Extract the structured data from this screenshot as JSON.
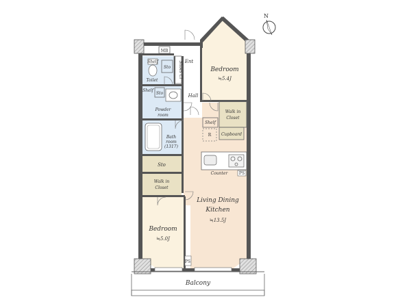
{
  "compass": {
    "label": "N"
  },
  "rooms": {
    "bedroom_north": {
      "name": "Bedroom",
      "size": "≒5.4J"
    },
    "bedroom_south": {
      "name": "Bedroom",
      "size": "≒5.0J"
    },
    "ldk": {
      "name_line1": "Living Dining",
      "name_line2": "Kitchen",
      "size": "≒13.5J"
    },
    "balcony": "Balcony",
    "entrance": "Ent",
    "hall": "Hall",
    "toilet": "Toilet",
    "powder": {
      "line1": "Powder",
      "line2": "room"
    },
    "bath": {
      "line1": "Bath",
      "line2": "room",
      "line3": "(1317)"
    },
    "sto_center": "Sto",
    "sto_small": "Sto",
    "sto_powder": "Sto",
    "shelf_toilet": "Shelf",
    "shelf_powder": "Shelf",
    "shelf_ldk": "Shelf",
    "shoes_cl": "Shoes Cl",
    "mb": "MB",
    "walkin_lower": {
      "line1": "Walk in",
      "line2": "Closet"
    },
    "walkin_upper": {
      "line1": "Walk in",
      "line2": "Closet"
    },
    "cupboard": "Cupboard",
    "refrigerator": "R",
    "counter": "Counter",
    "ps_kitchen": "PS",
    "ps_lower": "PS"
  },
  "colors": {
    "wet_area": "#dce9f5",
    "living_floor": "#f8e6d3",
    "bedroom_floor": "#fbf2df",
    "closet_floor": "#e9e1c4",
    "wall": "#555555"
  }
}
